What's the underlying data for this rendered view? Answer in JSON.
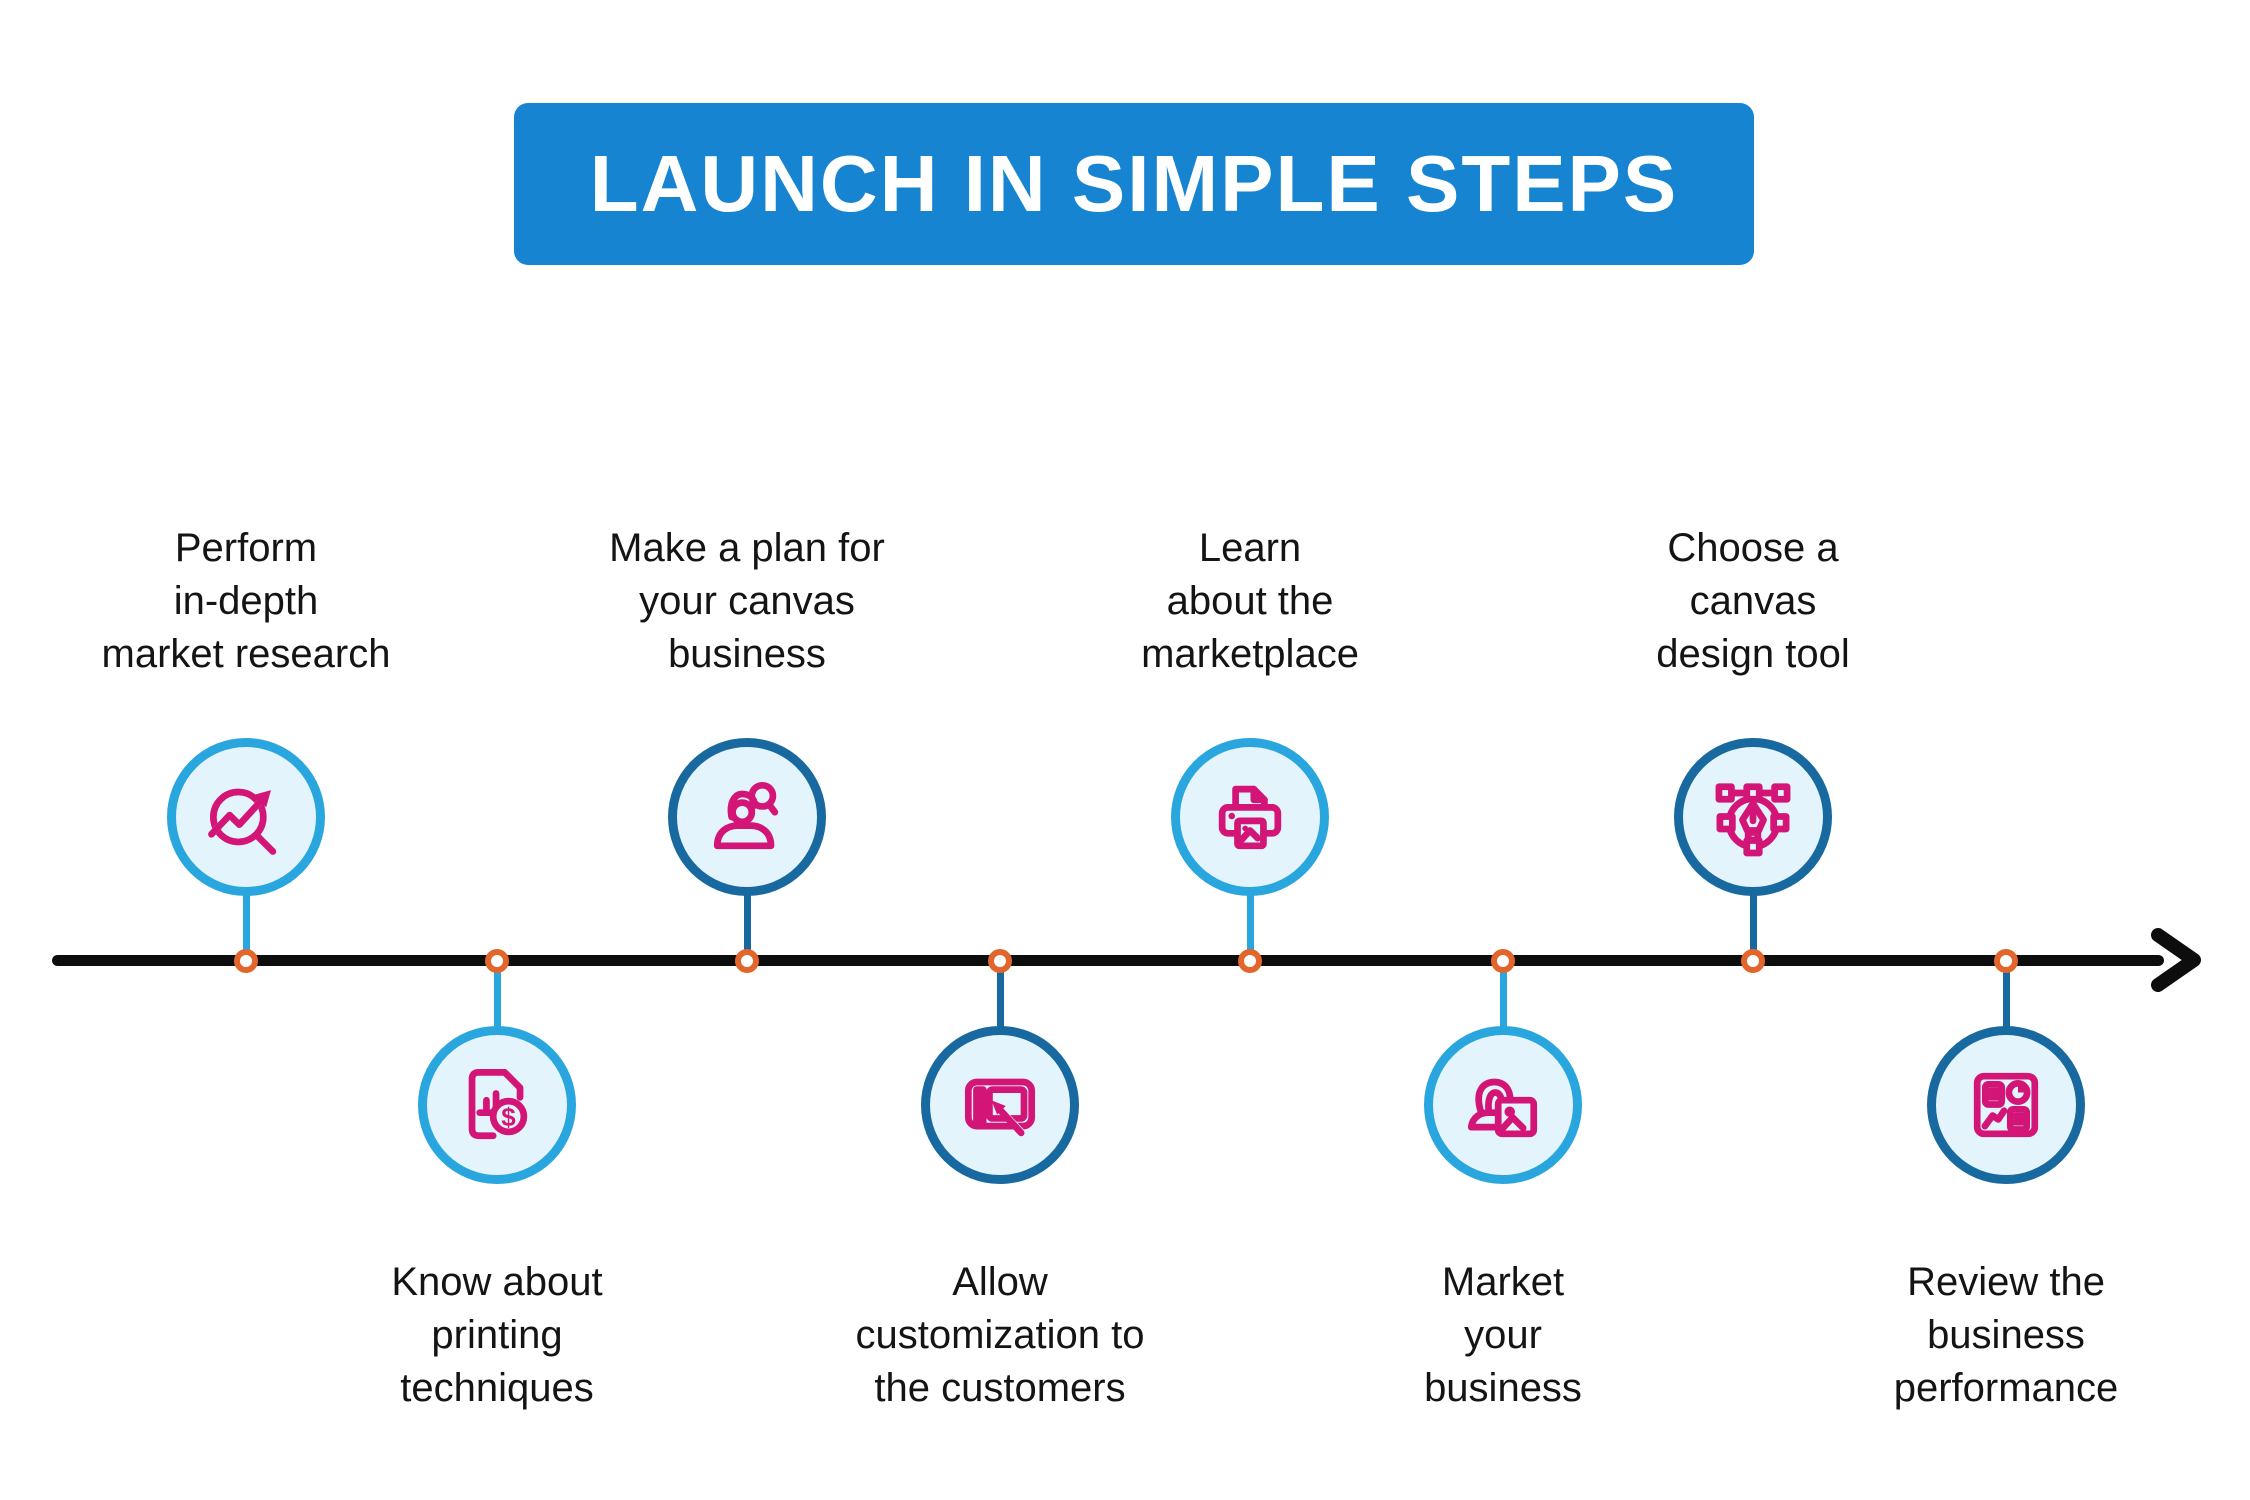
{
  "title": "LAUNCH IN SIMPLE STEPS",
  "colors": {
    "banner_blue": "#1784d2",
    "light_blue_accent": "#2aa6de",
    "dark_blue_accent": "#18699f",
    "circle_fill": "#e3f4fc",
    "icon_pink": "#d31577",
    "marker_orange": "#e2652c",
    "timeline_black": "#0d0d0d",
    "label_text": "#141414"
  },
  "steps": [
    {
      "lines": [
        "Perform",
        "in-depth",
        "market research"
      ],
      "icon": "market-research-icon",
      "position": "above",
      "accent": "light"
    },
    {
      "lines": [
        "Know about",
        "printing",
        "techniques"
      ],
      "icon": "printing-cost-icon",
      "position": "below",
      "accent": "light"
    },
    {
      "lines": [
        "Make a plan for",
        "your canvas",
        "business"
      ],
      "icon": "business-plan-icon",
      "position": "above",
      "accent": "dark"
    },
    {
      "lines": [
        "Allow",
        "customization to",
        "the customers"
      ],
      "icon": "customization-tablet-icon",
      "position": "below",
      "accent": "dark"
    },
    {
      "lines": [
        "Learn",
        "about the",
        "marketplace"
      ],
      "icon": "printer-icon",
      "position": "above",
      "accent": "light"
    },
    {
      "lines": [
        "Market",
        "your",
        "business"
      ],
      "icon": "marketing-person-icon",
      "position": "below",
      "accent": "light"
    },
    {
      "lines": [
        "Choose a",
        "canvas",
        "design tool"
      ],
      "icon": "pen-tool-icon",
      "position": "above",
      "accent": "dark"
    },
    {
      "lines": [
        "Review the",
        "business",
        "performance"
      ],
      "icon": "dashboard-review-icon",
      "position": "below",
      "accent": "dark"
    }
  ]
}
